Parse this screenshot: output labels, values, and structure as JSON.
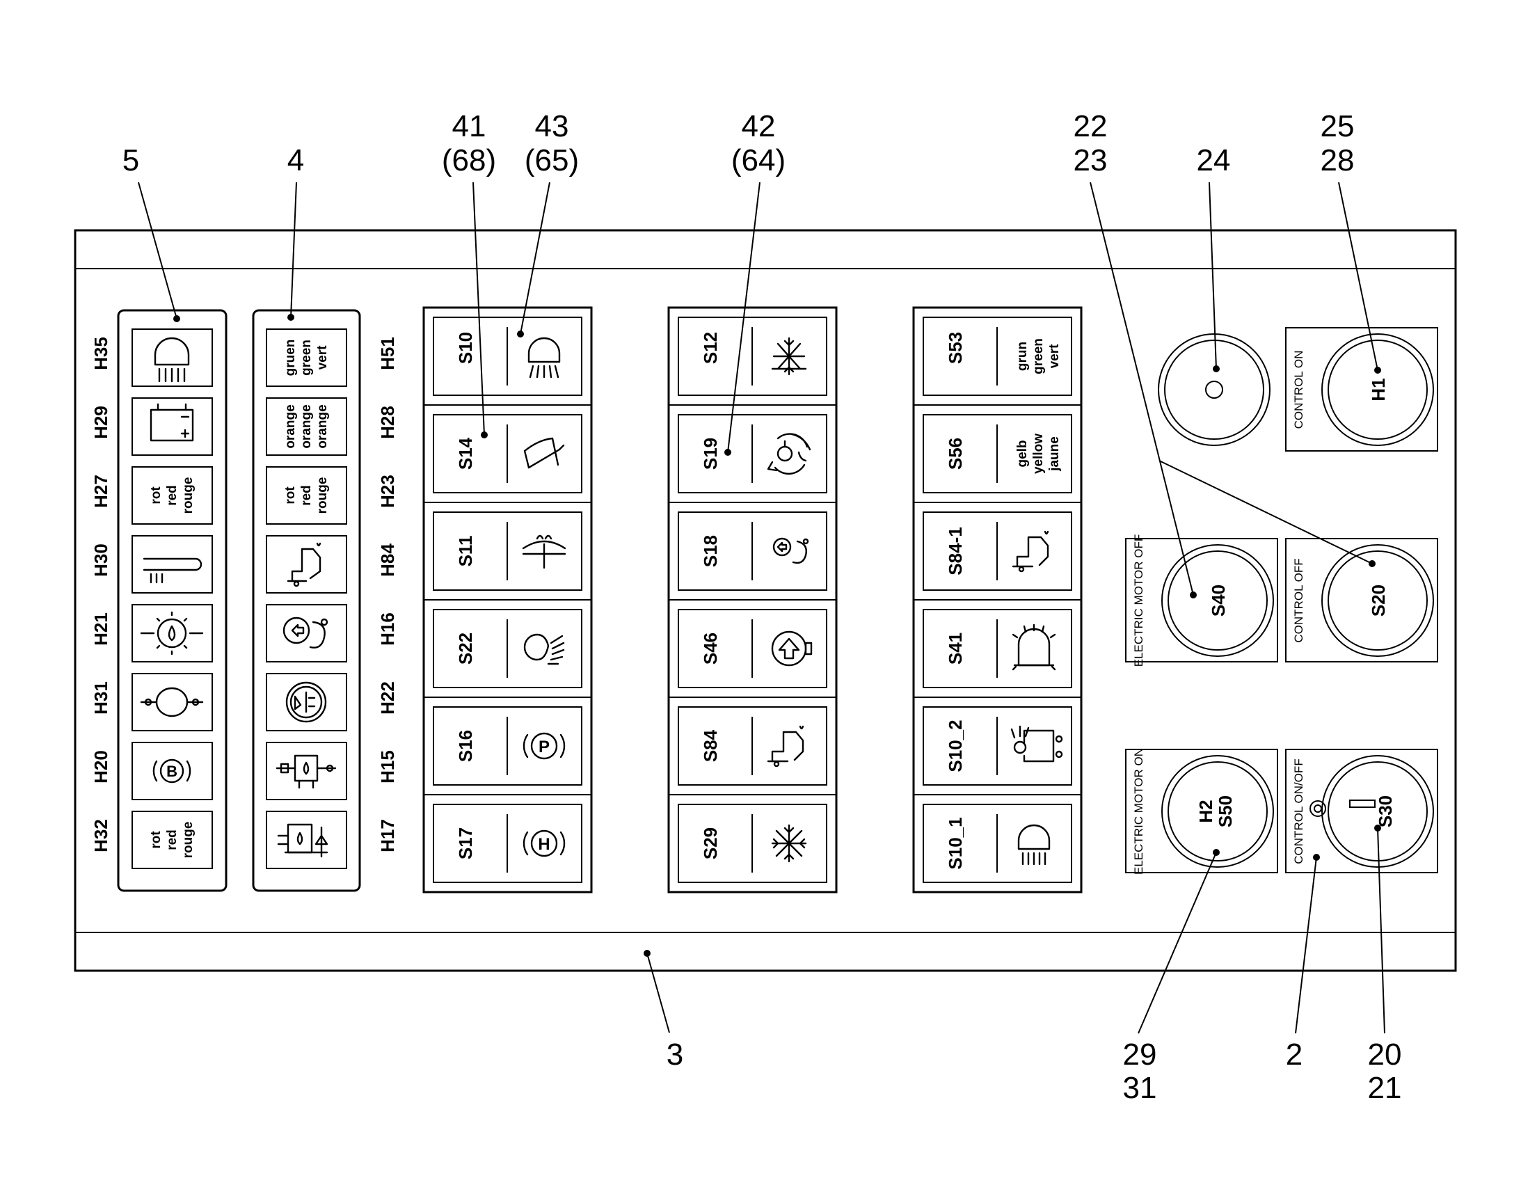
{
  "callouts": {
    "c5": "5",
    "c4": "4",
    "c41": "41",
    "c68": "(68)",
    "c43": "43",
    "c65": "(65)",
    "c42": "42",
    "c64": "(64)",
    "c22": "22",
    "c23": "23",
    "c24": "24",
    "c25": "25",
    "c28": "28",
    "c3": "3",
    "c29": "29",
    "c31": "31",
    "c2": "2",
    "c20": "20",
    "c21": "21"
  },
  "lamp_strip_5": {
    "labels": [
      "H35",
      "H29",
      "H27",
      "H30",
      "H21",
      "H31",
      "H20",
      "H32"
    ],
    "h27_text": [
      "rot",
      "red",
      "rouge"
    ],
    "h32_text": [
      "rot",
      "red",
      "rouge"
    ],
    "icons": [
      "work-light-icon",
      "battery-icon",
      "red-lamp",
      "glow-plug-icon",
      "coolant-temperature-icon",
      "fuel-level-icon",
      "brake-icon",
      "red-lamp"
    ]
  },
  "lamp_strip_4": {
    "green_text": [
      "gruen",
      "green",
      "vert"
    ],
    "orange_text": [
      "orange",
      "orange",
      "orange"
    ],
    "red_text": [
      "rot",
      "red",
      "rouge"
    ],
    "icons": [
      "green-lamp",
      "orange-lamp",
      "red-lamp",
      "tilt-cab-icon",
      "hook-icon",
      "hydraulic-oil-pressure-icon",
      "hydraulic-oil-temperature-icon",
      "hydraulic-oil-level-icon"
    ]
  },
  "switch_column_1": {
    "h_labels": [
      "H51",
      "H28",
      "H23",
      "H84",
      "H16",
      "H22",
      "H15",
      "H17"
    ],
    "s_labels": [
      "S10",
      "S14",
      "S11",
      "S22",
      "S16",
      "S17"
    ],
    "icons": [
      "work-light-icon",
      "wiper-icon",
      "washer-icon",
      "fog-light-icon",
      "parking-brake-icon",
      "hydraulic-brake-icon"
    ]
  },
  "switch_column_2": {
    "s_labels": [
      "S12",
      "S19",
      "S18",
      "S46",
      "S84",
      "S29"
    ],
    "icons": [
      "defrost-icon",
      "slewing-gear-icon",
      "hook-icon",
      "hydraulic-icon",
      "tilt-cab-icon",
      "air-conditioning-icon"
    ]
  },
  "switch_column_3": {
    "s_labels": [
      "S53",
      "S56",
      "S84-1",
      "S41",
      "S10_2",
      "S10_1"
    ],
    "s53_text": [
      "grun",
      "green",
      "vert"
    ],
    "s56_text": [
      "gelb",
      "yellow",
      "jaune"
    ],
    "icons": [
      "green-lamp",
      "yellow-lamp",
      "tilt-cab-icon",
      "beacon-icon",
      "boom-light-icon",
      "work-light-icon"
    ]
  },
  "controls": {
    "h1_plate": "CONTROL ON",
    "h1_label": "H1",
    "s40_plate": "ELECTRIC MOTOR OFF",
    "s40_label": "S40",
    "s20_plate": "CONTROL OFF",
    "s20_label": "S20",
    "h2_plate": "ELECTRIC MOTOR ON",
    "h2_label": "H2",
    "s50_label": "S50",
    "s30_plate": "CONTROL ON/OFF",
    "s30_label": "S30"
  }
}
